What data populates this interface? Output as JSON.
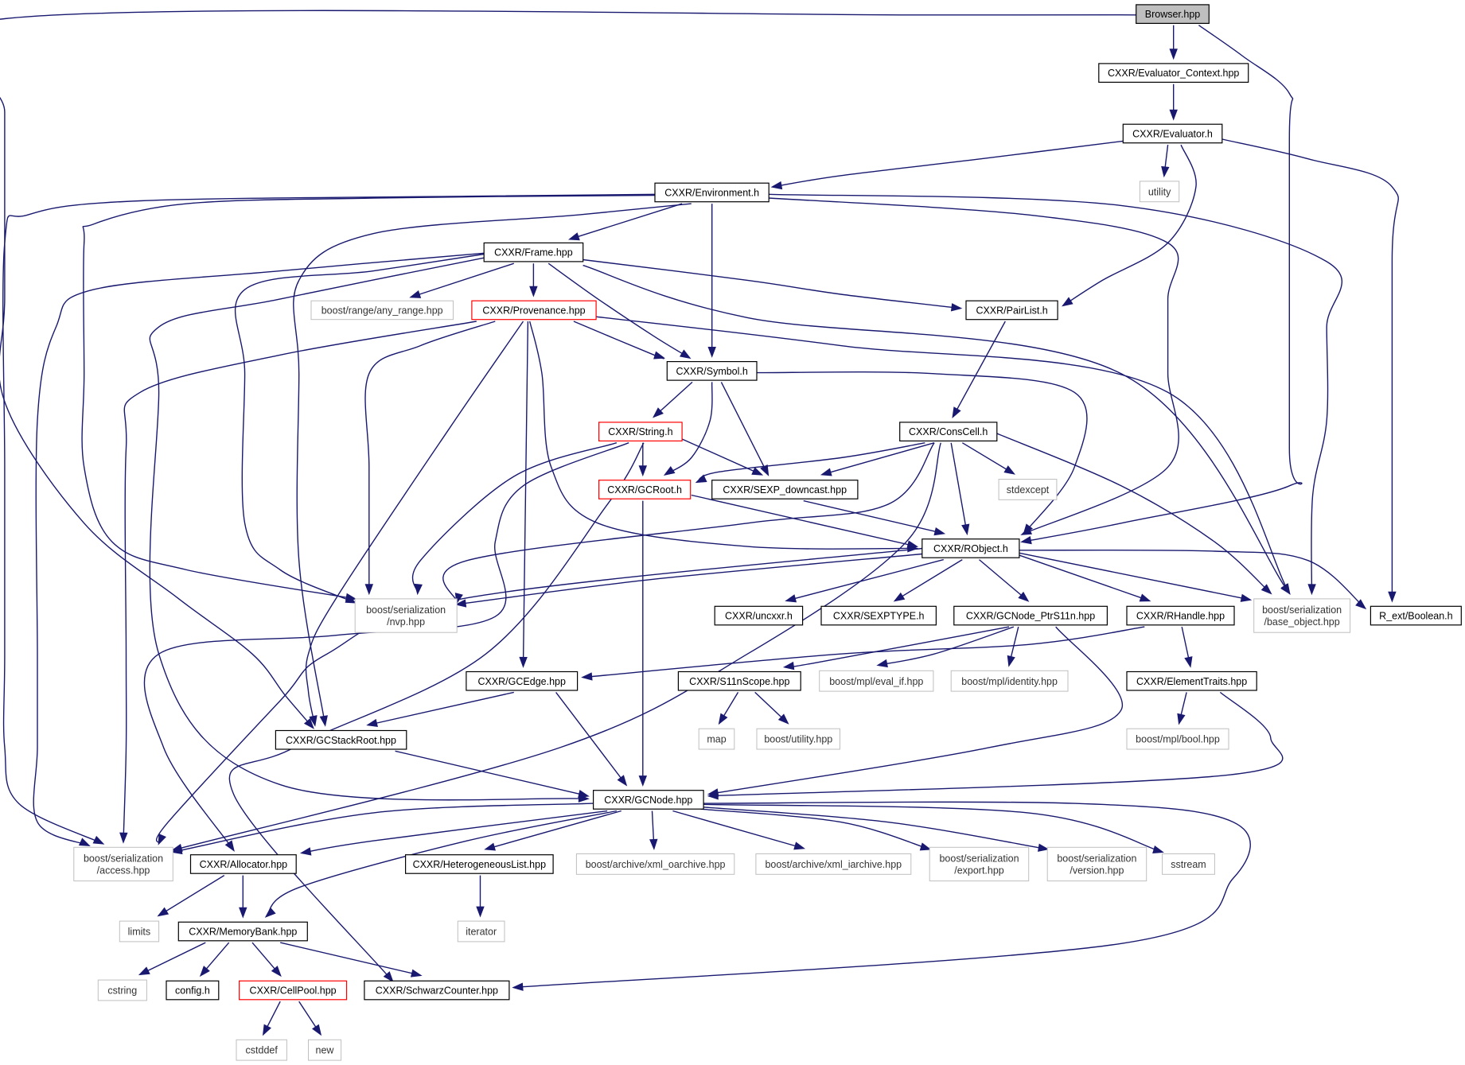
{
  "colors": {
    "edge": "#191970",
    "node_border": "#000000",
    "node_border_red": "#ff0000",
    "node_border_external": "#bfbfbf",
    "root_fill": "#bfbfbf",
    "node_fill": "#ffffff"
  },
  "nodes": [
    {
      "id": "browser",
      "label": "Browser.hpp",
      "style": "root"
    },
    {
      "id": "evalctx",
      "label": "CXXR/Evaluator_Context.hpp",
      "style": "normal"
    },
    {
      "id": "evaluator",
      "label": "CXXR/Evaluator.h",
      "style": "normal"
    },
    {
      "id": "utility",
      "label": "utility",
      "style": "external"
    },
    {
      "id": "environment",
      "label": "CXXR/Environment.h",
      "style": "normal"
    },
    {
      "id": "frame",
      "label": "CXXR/Frame.hpp",
      "style": "normal"
    },
    {
      "id": "anyrange",
      "label": "boost/range/any_range.hpp",
      "style": "external"
    },
    {
      "id": "provenance",
      "label": "CXXR/Provenance.hpp",
      "style": "red"
    },
    {
      "id": "pairlist",
      "label": "CXXR/PairList.h",
      "style": "normal"
    },
    {
      "id": "symbol",
      "label": "CXXR/Symbol.h",
      "style": "normal"
    },
    {
      "id": "string",
      "label": "CXXR/String.h",
      "style": "red"
    },
    {
      "id": "conscell",
      "label": "CXXR/ConsCell.h",
      "style": "normal"
    },
    {
      "id": "gcroot",
      "label": "CXXR/GCRoot.h",
      "style": "red"
    },
    {
      "id": "sexpdowncast",
      "label": "CXXR/SEXP_downcast.hpp",
      "style": "normal"
    },
    {
      "id": "stdexcept",
      "label": "stdexcept",
      "style": "external"
    },
    {
      "id": "robject",
      "label": "CXXR/RObject.h",
      "style": "normal"
    },
    {
      "id": "nvp",
      "label": "boost/serialization\n/nvp.hpp",
      "style": "external"
    },
    {
      "id": "uncxxr",
      "label": "CXXR/uncxxr.h",
      "style": "normal"
    },
    {
      "id": "sexptype",
      "label": "CXXR/SEXPTYPE.h",
      "style": "normal"
    },
    {
      "id": "ptrs11n",
      "label": "CXXR/GCNode_PtrS11n.hpp",
      "style": "normal"
    },
    {
      "id": "rhandle",
      "label": "CXXR/RHandle.hpp",
      "style": "normal"
    },
    {
      "id": "baseobject",
      "label": "boost/serialization\n/base_object.hpp",
      "style": "external"
    },
    {
      "id": "boolean",
      "label": "R_ext/Boolean.h",
      "style": "normal"
    },
    {
      "id": "gcedge",
      "label": "CXXR/GCEdge.hpp",
      "style": "normal"
    },
    {
      "id": "s11nscope",
      "label": "CXXR/S11nScope.hpp",
      "style": "normal"
    },
    {
      "id": "evalif",
      "label": "boost/mpl/eval_if.hpp",
      "style": "external"
    },
    {
      "id": "identity",
      "label": "boost/mpl/identity.hpp",
      "style": "external"
    },
    {
      "id": "elemtraits",
      "label": "CXXR/ElementTraits.hpp",
      "style": "normal"
    },
    {
      "id": "map",
      "label": "map",
      "style": "external"
    },
    {
      "id": "boostutility",
      "label": "boost/utility.hpp",
      "style": "external"
    },
    {
      "id": "mplbool",
      "label": "boost/mpl/bool.hpp",
      "style": "external"
    },
    {
      "id": "gcstackroot",
      "label": "CXXR/GCStackRoot.hpp",
      "style": "normal"
    },
    {
      "id": "gcnode",
      "label": "CXXR/GCNode.hpp",
      "style": "normal"
    },
    {
      "id": "access",
      "label": "boost/serialization\n/access.hpp",
      "style": "external"
    },
    {
      "id": "allocator",
      "label": "CXXR/Allocator.hpp",
      "style": "normal"
    },
    {
      "id": "hetlist",
      "label": "CXXR/HeterogeneousList.hpp",
      "style": "normal"
    },
    {
      "id": "xmloarchive",
      "label": "boost/archive/xml_oarchive.hpp",
      "style": "external"
    },
    {
      "id": "xmliarchive",
      "label": "boost/archive/xml_iarchive.hpp",
      "style": "external"
    },
    {
      "id": "export",
      "label": "boost/serialization\n/export.hpp",
      "style": "external"
    },
    {
      "id": "version",
      "label": "boost/serialization\n/version.hpp",
      "style": "external"
    },
    {
      "id": "sstream",
      "label": "sstream",
      "style": "external"
    },
    {
      "id": "limits",
      "label": "limits",
      "style": "external"
    },
    {
      "id": "memorybank",
      "label": "CXXR/MemoryBank.hpp",
      "style": "normal"
    },
    {
      "id": "iterator",
      "label": "iterator",
      "style": "external"
    },
    {
      "id": "cstring",
      "label": "cstring",
      "style": "external"
    },
    {
      "id": "configh",
      "label": "config.h",
      "style": "normal"
    },
    {
      "id": "cellpool",
      "label": "CXXR/CellPool.hpp",
      "style": "red"
    },
    {
      "id": "schwarz",
      "label": "CXXR/SchwarzCounter.hpp",
      "style": "normal"
    },
    {
      "id": "cstddef",
      "label": "cstddef",
      "style": "external"
    },
    {
      "id": "new",
      "label": "new",
      "style": "external"
    }
  ],
  "edges": [
    {
      "from": "browser",
      "to": "evalctx"
    },
    {
      "from": "browser",
      "to": "gcstackroot"
    },
    {
      "from": "browser",
      "to": "robject"
    },
    {
      "from": "evalctx",
      "to": "evaluator"
    },
    {
      "from": "evaluator",
      "to": "environment"
    },
    {
      "from": "evaluator",
      "to": "utility"
    },
    {
      "from": "evaluator",
      "to": "pairlist"
    },
    {
      "from": "evaluator",
      "to": "boolean"
    },
    {
      "from": "environment",
      "to": "frame"
    },
    {
      "from": "environment",
      "to": "symbol"
    },
    {
      "from": "environment",
      "to": "robject"
    },
    {
      "from": "environment",
      "to": "baseobject"
    },
    {
      "from": "environment",
      "to": "access"
    },
    {
      "from": "environment",
      "to": "nvp"
    },
    {
      "from": "environment",
      "to": "gcstackroot"
    },
    {
      "from": "frame",
      "to": "anyrange"
    },
    {
      "from": "frame",
      "to": "provenance"
    },
    {
      "from": "frame",
      "to": "pairlist"
    },
    {
      "from": "frame",
      "to": "symbol"
    },
    {
      "from": "frame",
      "to": "baseobject"
    },
    {
      "from": "frame",
      "to": "nvp"
    },
    {
      "from": "frame",
      "to": "access"
    },
    {
      "from": "frame",
      "to": "gcnode"
    },
    {
      "from": "provenance",
      "to": "symbol"
    },
    {
      "from": "provenance",
      "to": "robject"
    },
    {
      "from": "provenance",
      "to": "gcedge"
    },
    {
      "from": "provenance",
      "to": "gcstackroot"
    },
    {
      "from": "provenance",
      "to": "nvp"
    },
    {
      "from": "provenance",
      "to": "access"
    },
    {
      "from": "provenance",
      "to": "baseobject"
    },
    {
      "from": "pairlist",
      "to": "conscell"
    },
    {
      "from": "symbol",
      "to": "string"
    },
    {
      "from": "symbol",
      "to": "gcroot"
    },
    {
      "from": "symbol",
      "to": "sexpdowncast"
    },
    {
      "from": "symbol",
      "to": "robject"
    },
    {
      "from": "string",
      "to": "gcroot"
    },
    {
      "from": "string",
      "to": "sexpdowncast"
    },
    {
      "from": "string",
      "to": "nvp"
    },
    {
      "from": "string",
      "to": "schwarz"
    },
    {
      "from": "string",
      "to": "allocator"
    },
    {
      "from": "conscell",
      "to": "gcroot"
    },
    {
      "from": "conscell",
      "to": "sexpdowncast"
    },
    {
      "from": "conscell",
      "to": "stdexcept"
    },
    {
      "from": "conscell",
      "to": "robject"
    },
    {
      "from": "conscell",
      "to": "baseobject"
    },
    {
      "from": "conscell",
      "to": "nvp"
    },
    {
      "from": "conscell",
      "to": "access"
    },
    {
      "from": "gcroot",
      "to": "robject"
    },
    {
      "from": "gcroot",
      "to": "gcnode"
    },
    {
      "from": "sexpdowncast",
      "to": "robject"
    },
    {
      "from": "robject",
      "to": "nvp"
    },
    {
      "from": "robject",
      "to": "uncxxr"
    },
    {
      "from": "robject",
      "to": "sexptype"
    },
    {
      "from": "robject",
      "to": "ptrs11n"
    },
    {
      "from": "robject",
      "to": "rhandle"
    },
    {
      "from": "robject",
      "to": "baseobject"
    },
    {
      "from": "robject",
      "to": "boolean"
    },
    {
      "from": "robject",
      "to": "access"
    },
    {
      "from": "ptrs11n",
      "to": "s11nscope"
    },
    {
      "from": "ptrs11n",
      "to": "evalif"
    },
    {
      "from": "ptrs11n",
      "to": "identity"
    },
    {
      "from": "ptrs11n",
      "to": "gcnode"
    },
    {
      "from": "rhandle",
      "to": "gcedge"
    },
    {
      "from": "rhandle",
      "to": "elemtraits"
    },
    {
      "from": "s11nscope",
      "to": "map"
    },
    {
      "from": "s11nscope",
      "to": "boostutility"
    },
    {
      "from": "elemtraits",
      "to": "mplbool"
    },
    {
      "from": "elemtraits",
      "to": "gcnode"
    },
    {
      "from": "gcedge",
      "to": "gcstackroot"
    },
    {
      "from": "gcedge",
      "to": "gcnode"
    },
    {
      "from": "gcstackroot",
      "to": "gcnode"
    },
    {
      "from": "gcnode",
      "to": "access"
    },
    {
      "from": "gcnode",
      "to": "allocator"
    },
    {
      "from": "gcnode",
      "to": "hetlist"
    },
    {
      "from": "gcnode",
      "to": "xmloarchive"
    },
    {
      "from": "gcnode",
      "to": "xmliarchive"
    },
    {
      "from": "gcnode",
      "to": "export"
    },
    {
      "from": "gcnode",
      "to": "version"
    },
    {
      "from": "gcnode",
      "to": "sstream"
    },
    {
      "from": "gcnode",
      "to": "memorybank"
    },
    {
      "from": "gcnode",
      "to": "schwarz"
    },
    {
      "from": "allocator",
      "to": "limits"
    },
    {
      "from": "allocator",
      "to": "memorybank"
    },
    {
      "from": "hetlist",
      "to": "iterator"
    },
    {
      "from": "memorybank",
      "to": "cstring"
    },
    {
      "from": "memorybank",
      "to": "configh"
    },
    {
      "from": "memorybank",
      "to": "cellpool"
    },
    {
      "from": "memorybank",
      "to": "schwarz"
    },
    {
      "from": "cellpool",
      "to": "cstddef"
    },
    {
      "from": "cellpool",
      "to": "new"
    }
  ]
}
